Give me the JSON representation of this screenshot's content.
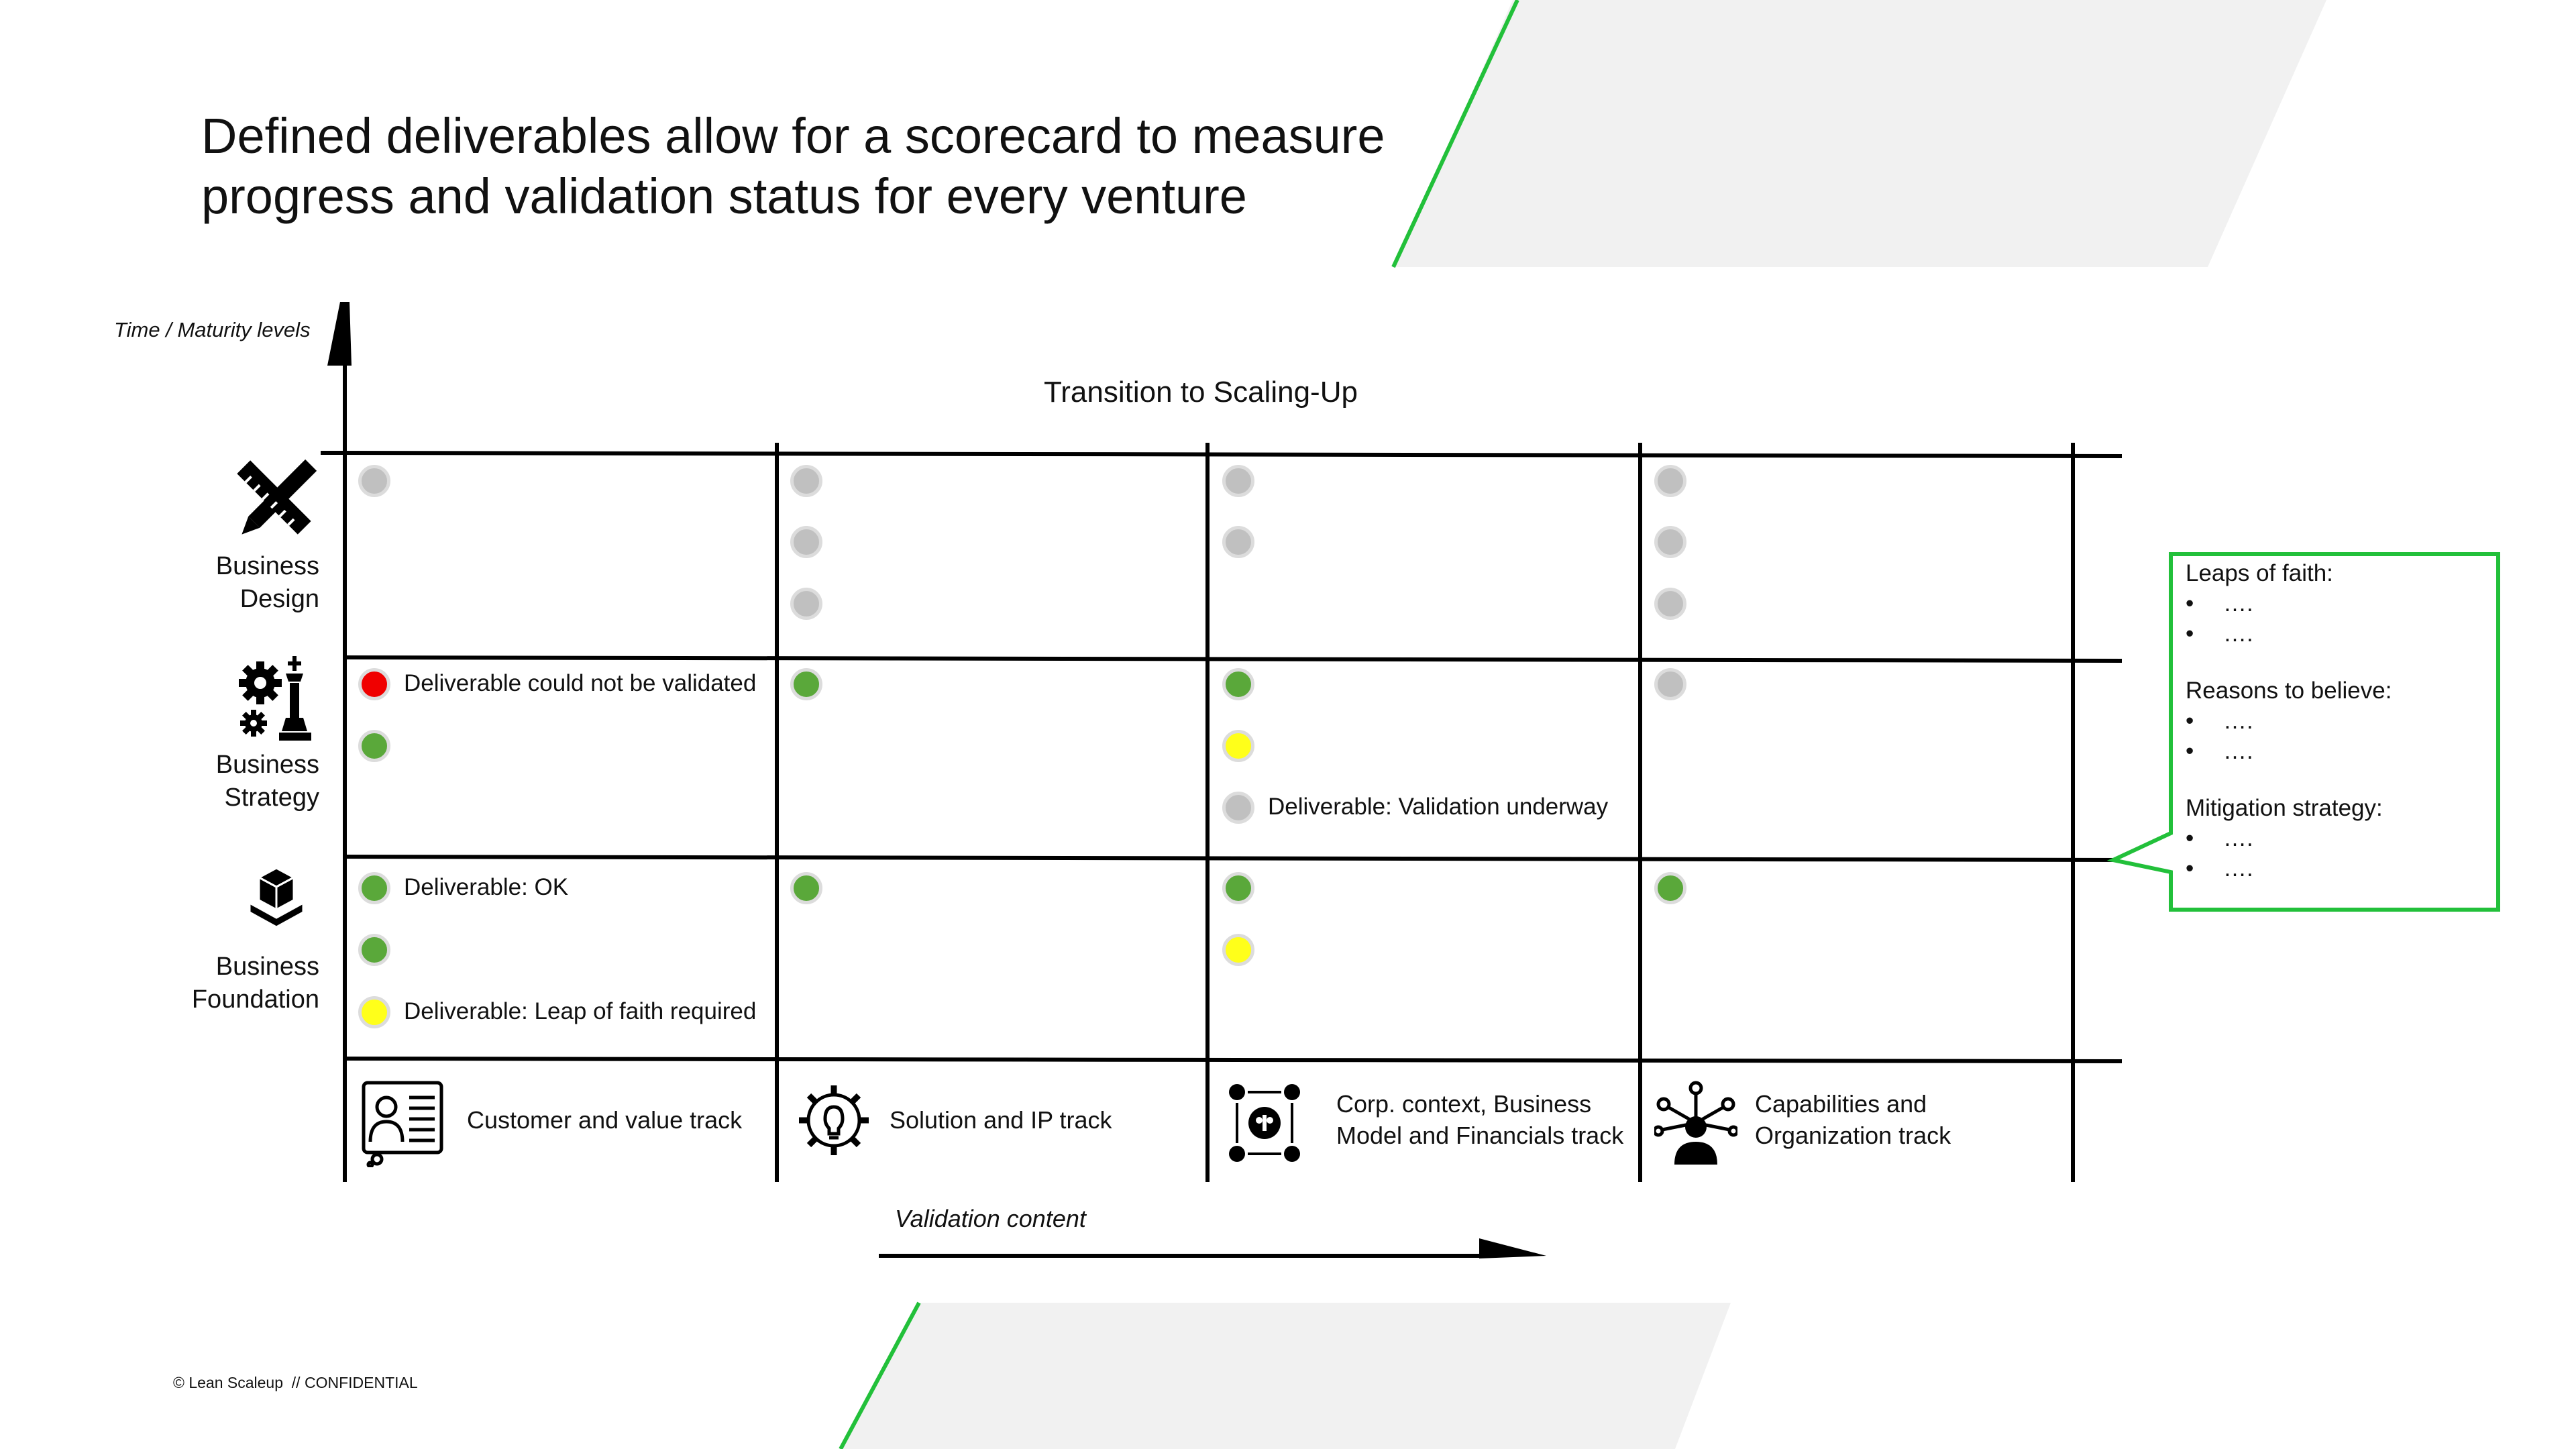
{
  "title": "Defined deliverables allow for a scorecard to measure progress and validation status for every venture",
  "y_axis_label": "Time / Maturity levels",
  "x_axis_label": "Validation content",
  "top_header": "Transition to Scaling-Up",
  "rows": [
    {
      "label": "Business Design",
      "icon": "pencil-ruler-icon"
    },
    {
      "label": "Business Strategy",
      "icon": "gears-chess-icon"
    },
    {
      "label": "Business Foundation",
      "icon": "blocks-foundation-icon"
    }
  ],
  "tracks": [
    {
      "label": "Customer and value track",
      "icon": "customer-profile-icon"
    },
    {
      "label": "Solution and IP track",
      "icon": "gear-lightbulb-icon"
    },
    {
      "label": "Corp. context, Business Model and Financials track",
      "icon": "network-people-icon"
    },
    {
      "label": "Capabilities and Organization track",
      "icon": "organization-hub-icon"
    }
  ],
  "cells": [
    [
      [
        {
          "status": "grey"
        }
      ],
      [
        {
          "status": "grey"
        },
        {
          "status": "grey"
        },
        {
          "status": "grey"
        }
      ],
      [
        {
          "status": "grey"
        },
        {
          "status": "grey"
        }
      ],
      [
        {
          "status": "grey"
        },
        {
          "status": "grey"
        },
        {
          "status": "grey"
        }
      ]
    ],
    [
      [
        {
          "status": "red",
          "label": "Deliverable could not be validated"
        },
        {
          "status": "green"
        }
      ],
      [
        {
          "status": "green"
        }
      ],
      [
        {
          "status": "green"
        },
        {
          "status": "yellow"
        },
        {
          "status": "grey",
          "label": "Deliverable: Validation underway"
        }
      ],
      [
        {
          "status": "grey"
        }
      ]
    ],
    [
      [
        {
          "status": "green",
          "label": "Deliverable: OK"
        },
        {
          "status": "green"
        },
        {
          "status": "yellow",
          "label": "Deliverable: Leap of faith required"
        }
      ],
      [
        {
          "status": "green"
        }
      ],
      [
        {
          "status": "green"
        },
        {
          "status": "yellow"
        }
      ],
      [
        {
          "status": "green"
        }
      ]
    ]
  ],
  "callout": {
    "sections": [
      {
        "heading": "Leaps of faith:",
        "items": [
          "….",
          "…."
        ]
      },
      {
        "heading": "Reasons to believe:",
        "items": [
          "….",
          "…."
        ]
      },
      {
        "heading": "Mitigation strategy:",
        "items": [
          "….",
          "…."
        ]
      }
    ]
  },
  "footer": "© Lean Scaleup  // CONFIDENTIAL",
  "colors": {
    "accent_green": "#22c03a",
    "band_grey": "#f1f1f1",
    "status_grey": "#c0c0c0",
    "status_green": "#5aa83a",
    "status_yellow": "#ffff1a",
    "status_red": "#f00000"
  }
}
